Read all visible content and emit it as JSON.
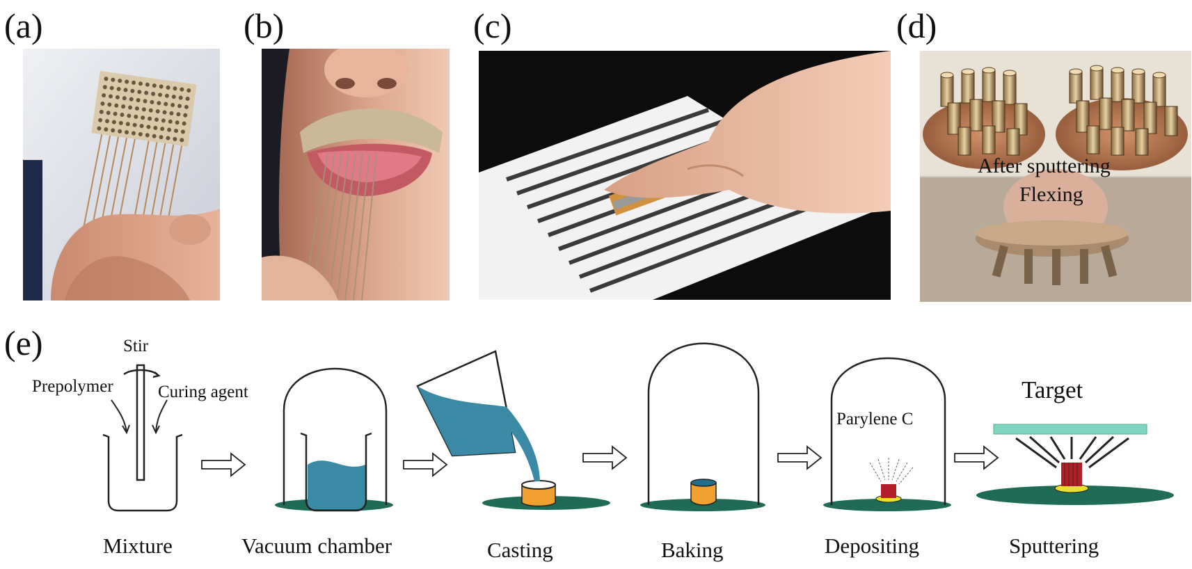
{
  "panels": {
    "a": {
      "label": "(a)",
      "icon": "tongue-electrode-array-photo"
    },
    "b": {
      "label": "(b)",
      "icon": "tongue-display-in-mouth-photo"
    },
    "c": {
      "label": "(c)",
      "icon": "hand-on-striped-sheet-photo"
    },
    "d": {
      "label": "(d)",
      "icon": "pillar-electrodes-photo",
      "top_text": "After sputtering",
      "bottom_text": "Flexing"
    },
    "e": {
      "label": "(e)"
    }
  },
  "process": {
    "stir": "Stir",
    "prepolymer": "Prepolymer",
    "curing_agent": "Curing agent",
    "parylene": "Parylene C",
    "target": "Target",
    "steps": [
      "Mixture",
      "Vacuum chamber",
      "Casting",
      "Baking",
      "Depositing",
      "Sputtering"
    ]
  },
  "colors": {
    "liquid": "#3a8aa6",
    "liquid_dark": "#1f6f8c",
    "base": "#1f6b55",
    "mold": "#f0a030",
    "target": "#7fd6c0",
    "electrode": "#b01e2a",
    "parylene_ring": "#e8e02a"
  }
}
